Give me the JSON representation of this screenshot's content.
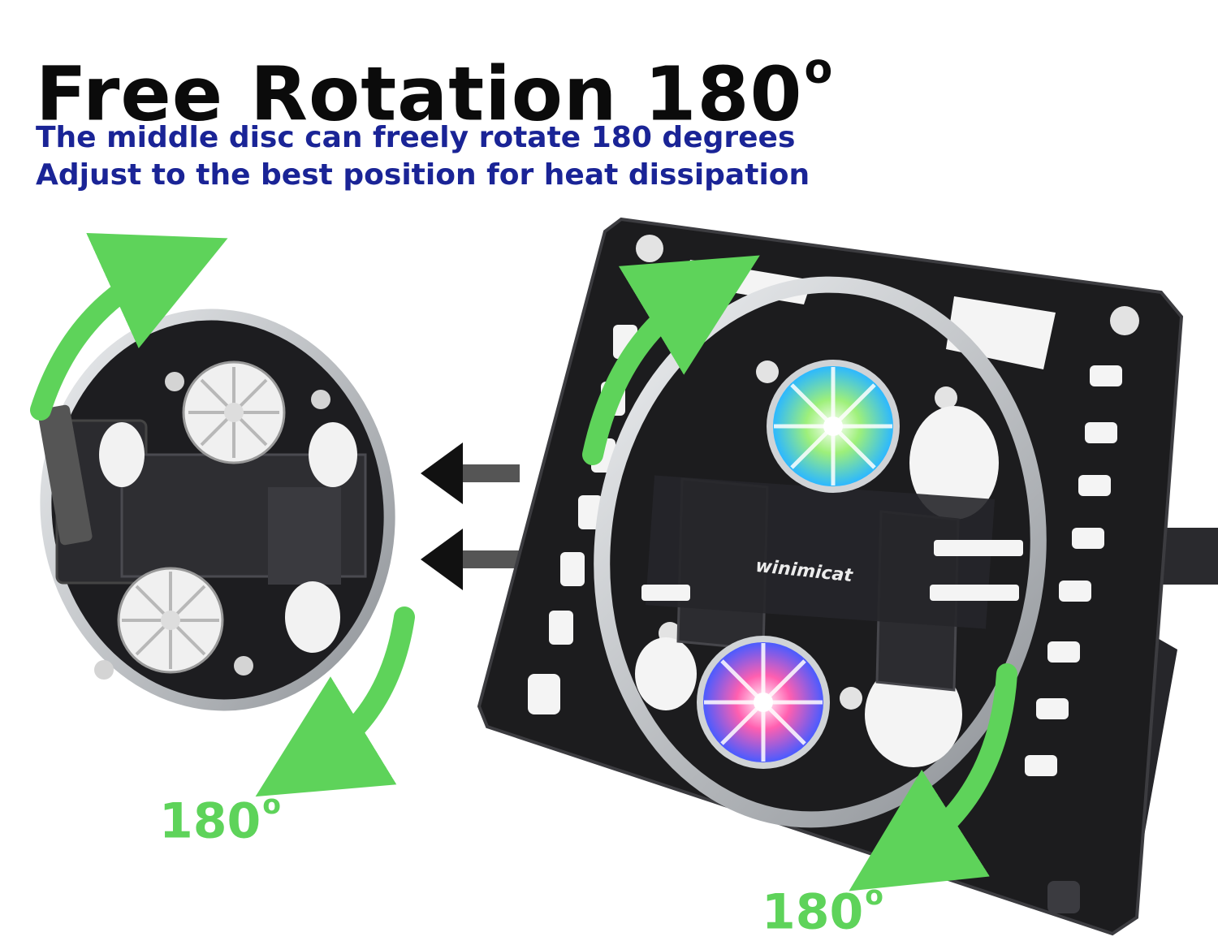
{
  "headline": {
    "title": "Free Rotation 180",
    "degree_symbol": "o"
  },
  "description": {
    "line1": "The middle disc can freely rotate 180 degrees",
    "line2": "Adjust to the best position for heat dissipation"
  },
  "left_disc": {
    "angle_label": "180",
    "degree_symbol": "o"
  },
  "right_stand": {
    "brand_label": "winimicat",
    "angle_label": "180",
    "degree_symbol": "o"
  },
  "colors": {
    "title": "#0b0b0b",
    "subtitle": "#1a2496",
    "accent_green": "#5ed35a",
    "stand_black": "#1c1c1e",
    "ring_silver": "#c9ccd0"
  },
  "icons": [
    "rotation-arrow-icon",
    "left-arrow-icon",
    "fan-icon"
  ]
}
